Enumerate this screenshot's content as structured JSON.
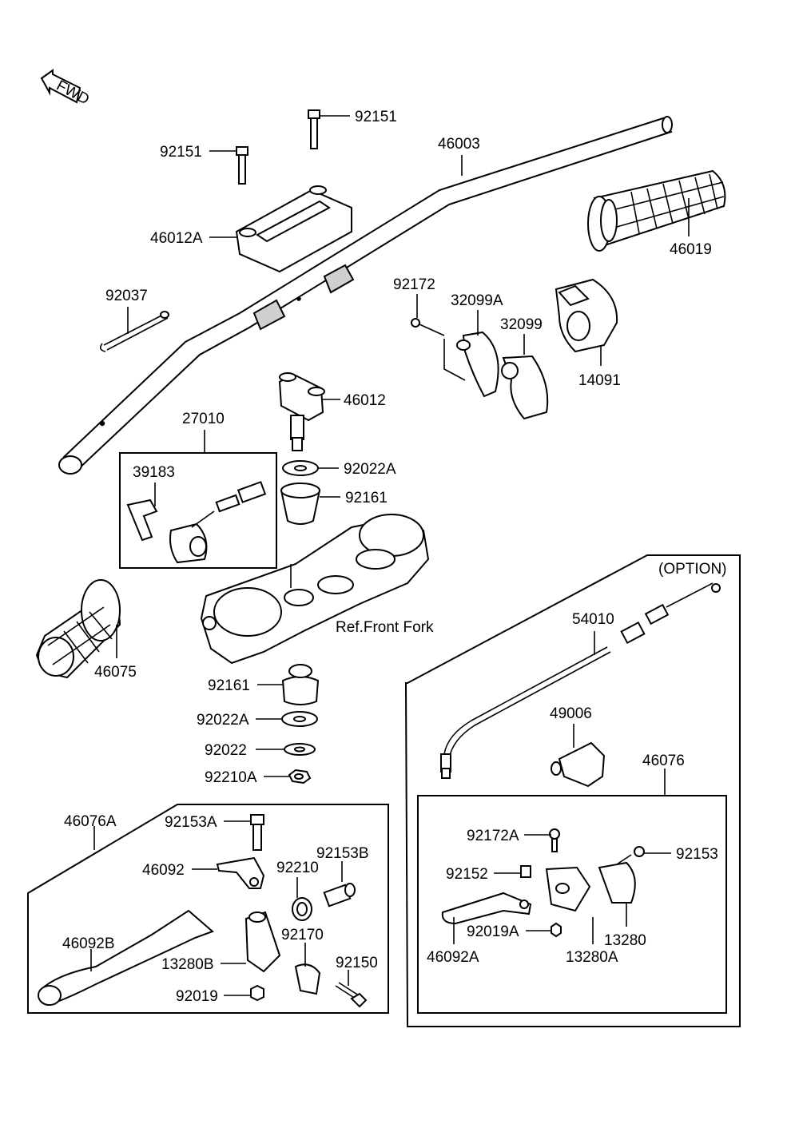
{
  "fwd_label": "FWD",
  "option_label": "(OPTION)",
  "ref_label": "Ref.Front Fork",
  "callouts": {
    "p92151_a": "92151",
    "p92151_b": "92151",
    "p46003": "46003",
    "p46012A": "46012A",
    "p46019": "46019",
    "p92037": "92037",
    "p92172": "92172",
    "p32099A": "32099A",
    "p32099": "32099",
    "p14091": "14091",
    "p46012": "46012",
    "p27010": "27010",
    "p39183": "39183",
    "p92022A_a": "92022A",
    "p92161_a": "92161",
    "p46075": "46075",
    "p92161_b": "92161",
    "p92022A_b": "92022A",
    "p92022": "92022",
    "p92210A": "92210A",
    "p54010": "54010",
    "p49006": "49006",
    "p46076": "46076",
    "p46076A": "46076A",
    "p92153A": "92153A",
    "p46092": "46092",
    "p92210": "92210",
    "p92153B": "92153B",
    "p92170": "92170",
    "p46092B": "46092B",
    "p13280B": "13280B",
    "p92150": "92150",
    "p92019": "92019",
    "p92172A": "92172A",
    "p92153": "92153",
    "p92152": "92152",
    "p92019A": "92019A",
    "p13280": "13280",
    "p46092A": "46092A",
    "p13280A": "13280A"
  }
}
